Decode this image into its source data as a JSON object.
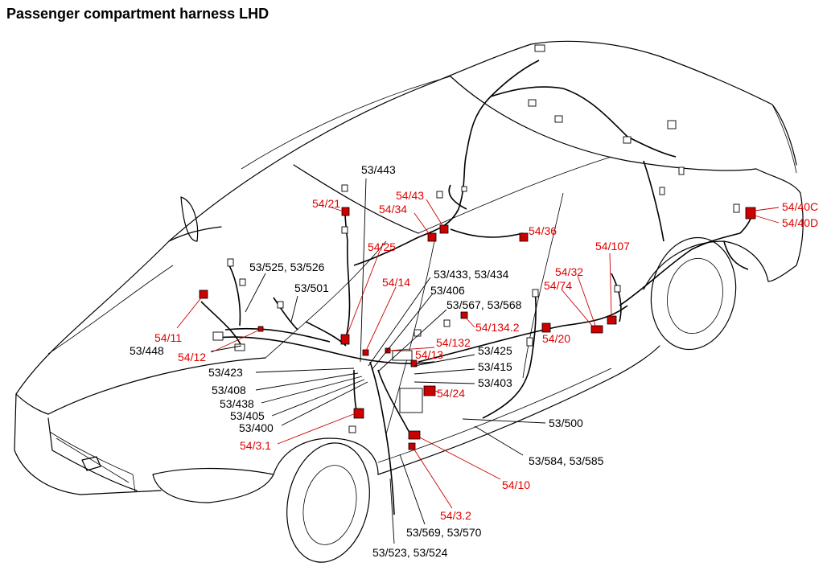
{
  "title": "Passenger compartment harness LHD",
  "colors": {
    "red_label": "#e00000",
    "connector_red": "#cc0000",
    "line": "#000000"
  },
  "labels": {
    "l_53_443": "53/443",
    "l_54_21": "54/21",
    "l_54_43": "54/43",
    "l_54_34": "54/34",
    "l_54_36": "54/36",
    "l_54_40C": "54/40C",
    "l_54_40D": "54/40D",
    "l_54_107": "54/107",
    "l_54_25": "54/25",
    "l_53_525": "53/525, 53/526",
    "l_53_501": "53/501",
    "l_54_14": "54/14",
    "l_53_433": "53/433, 53/434",
    "l_53_406": "53/406",
    "l_54_32": "54/32",
    "l_54_74": "54/74",
    "l_53_567": "53/567, 53/568",
    "l_54_134_2": "54/134.2",
    "l_54_11": "54/11",
    "l_54_20": "54/20",
    "l_53_448": "53/448",
    "l_54_132": "54/132",
    "l_54_12": "54/12",
    "l_54_13": "54/13",
    "l_53_425": "53/425",
    "l_53_423": "53/423",
    "l_53_415": "53/415",
    "l_53_403": "53/403",
    "l_53_408": "53/408",
    "l_54_24": "54/24",
    "l_53_438": "53/438",
    "l_53_405": "53/405",
    "l_53_400": "53/400",
    "l_53_500": "53/500",
    "l_54_3_1": "54/3.1",
    "l_53_584": "53/584, 53/585",
    "l_54_10": "54/10",
    "l_54_3_2": "54/3.2",
    "l_53_569": "53/569, 53/570",
    "l_53_523": "53/523, 53/524"
  }
}
